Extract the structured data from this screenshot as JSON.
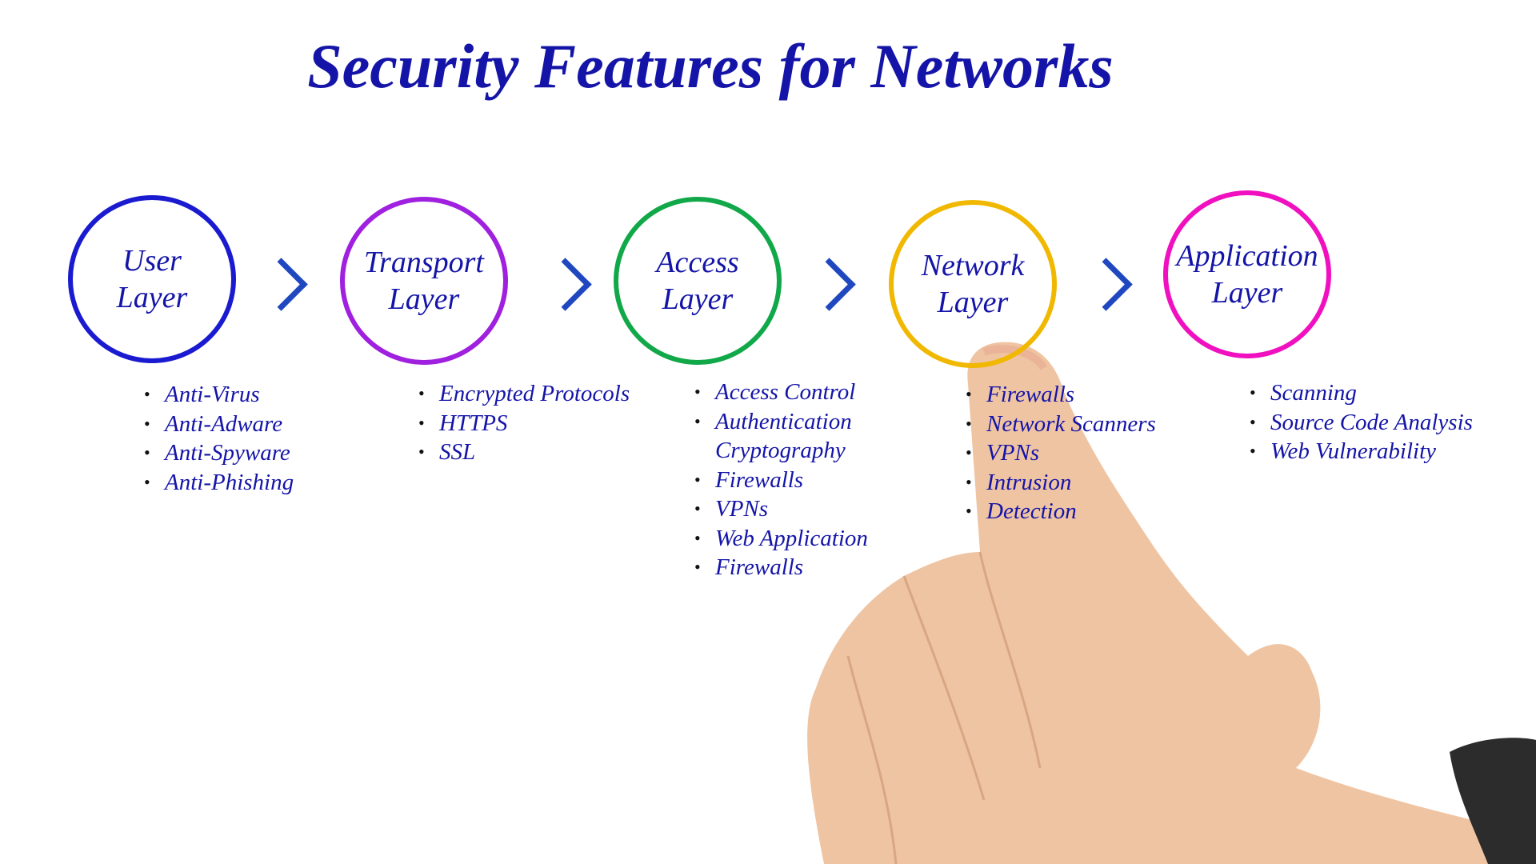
{
  "title": "Security Features for Networks",
  "colors": {
    "text": "#1414a8",
    "chevron": "#1f48c0"
  },
  "layers": [
    {
      "label_line1": "User",
      "label_line2": "Layer",
      "color": "#1a1ad0",
      "items": [
        {
          "text": "Anti-Virus",
          "bullet": true
        },
        {
          "text": "Anti-Adware",
          "bullet": true
        },
        {
          "text": "Anti-Spyware",
          "bullet": true
        },
        {
          "text": "Anti-Phishing",
          "bullet": true
        }
      ]
    },
    {
      "label_line1": "Transport",
      "label_line2": "Layer",
      "color": "#a020e0",
      "items": [
        {
          "text": "Encrypted Protocols",
          "bullet": true
        },
        {
          "text": "HTTPS",
          "bullet": true
        },
        {
          "text": "SSL",
          "bullet": true
        }
      ]
    },
    {
      "label_line1": "Access",
      "label_line2": "Layer",
      "color": "#10a848",
      "items": [
        {
          "text": "Access Control",
          "bullet": true
        },
        {
          "text": "Authentication",
          "bullet": true
        },
        {
          "text": "Cryptography",
          "bullet": false
        },
        {
          "text": "Firewalls",
          "bullet": true
        },
        {
          "text": "VPNs",
          "bullet": true
        },
        {
          "text": "Web Application",
          "bullet": true
        },
        {
          "text": "Firewalls",
          "bullet": true
        }
      ]
    },
    {
      "label_line1": "Network",
      "label_line2": "Layer",
      "color": "#f0b800",
      "items": [
        {
          "text": "Firewalls",
          "bullet": true
        },
        {
          "text": "Network Scanners",
          "bullet": true
        },
        {
          "text": "VPNs",
          "bullet": true
        },
        {
          "text": "Intrusion",
          "bullet": true
        },
        {
          "text": "Detection",
          "bullet": true
        }
      ]
    },
    {
      "label_line1": "Application",
      "label_line2": "Layer",
      "color": "#f010c0",
      "items": [
        {
          "text": "Scanning",
          "bullet": true
        },
        {
          "text": "Source Code Analysis",
          "bullet": true
        },
        {
          "text": "Web Vulnerability",
          "bullet": true
        }
      ]
    }
  ],
  "bullet_char": "•",
  "icons": [
    "chevron-right-icon",
    "pointing-hand-image"
  ]
}
